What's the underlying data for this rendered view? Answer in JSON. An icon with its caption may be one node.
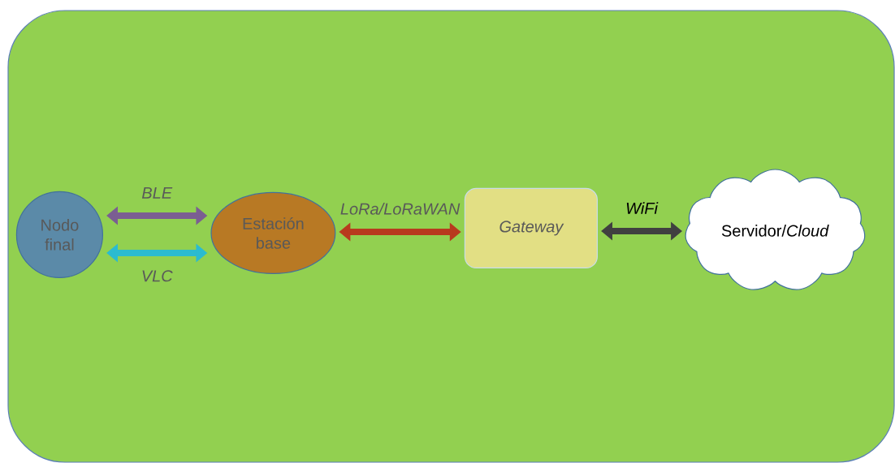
{
  "diagram": {
    "nodes": [
      {
        "text": [],
        "shape": "box"
      },
      {
        "text": [
          "Nodo final"
        ],
        "in": 0
      },
      {
        "text": [
          "Estación base"
        ],
        "in": 0
      },
      {
        "text": [
          "Gateway"
        ],
        "in": 0
      },
      {
        "text": [
          "Servidor/*Cloud*"
        ],
        "in": 0
      }
    ],
    "edges": [
      {
        "from": 1,
        "to": 2,
        "arrow": "both",
        "label": "BLE",
        "color": "#7b5e92"
      },
      {
        "from": 1,
        "to": 2,
        "arrow": "both",
        "label": "VLC",
        "color": "#2bbbd0"
      },
      {
        "from": 2,
        "to": 3,
        "arrow": "both",
        "label": "LoRa/LoRaWAN",
        "color": "#b83a1e"
      },
      {
        "from": 3,
        "to": 4,
        "arrow": "both",
        "label": "WiFi",
        "color": "#404040"
      }
    ]
  }
}
